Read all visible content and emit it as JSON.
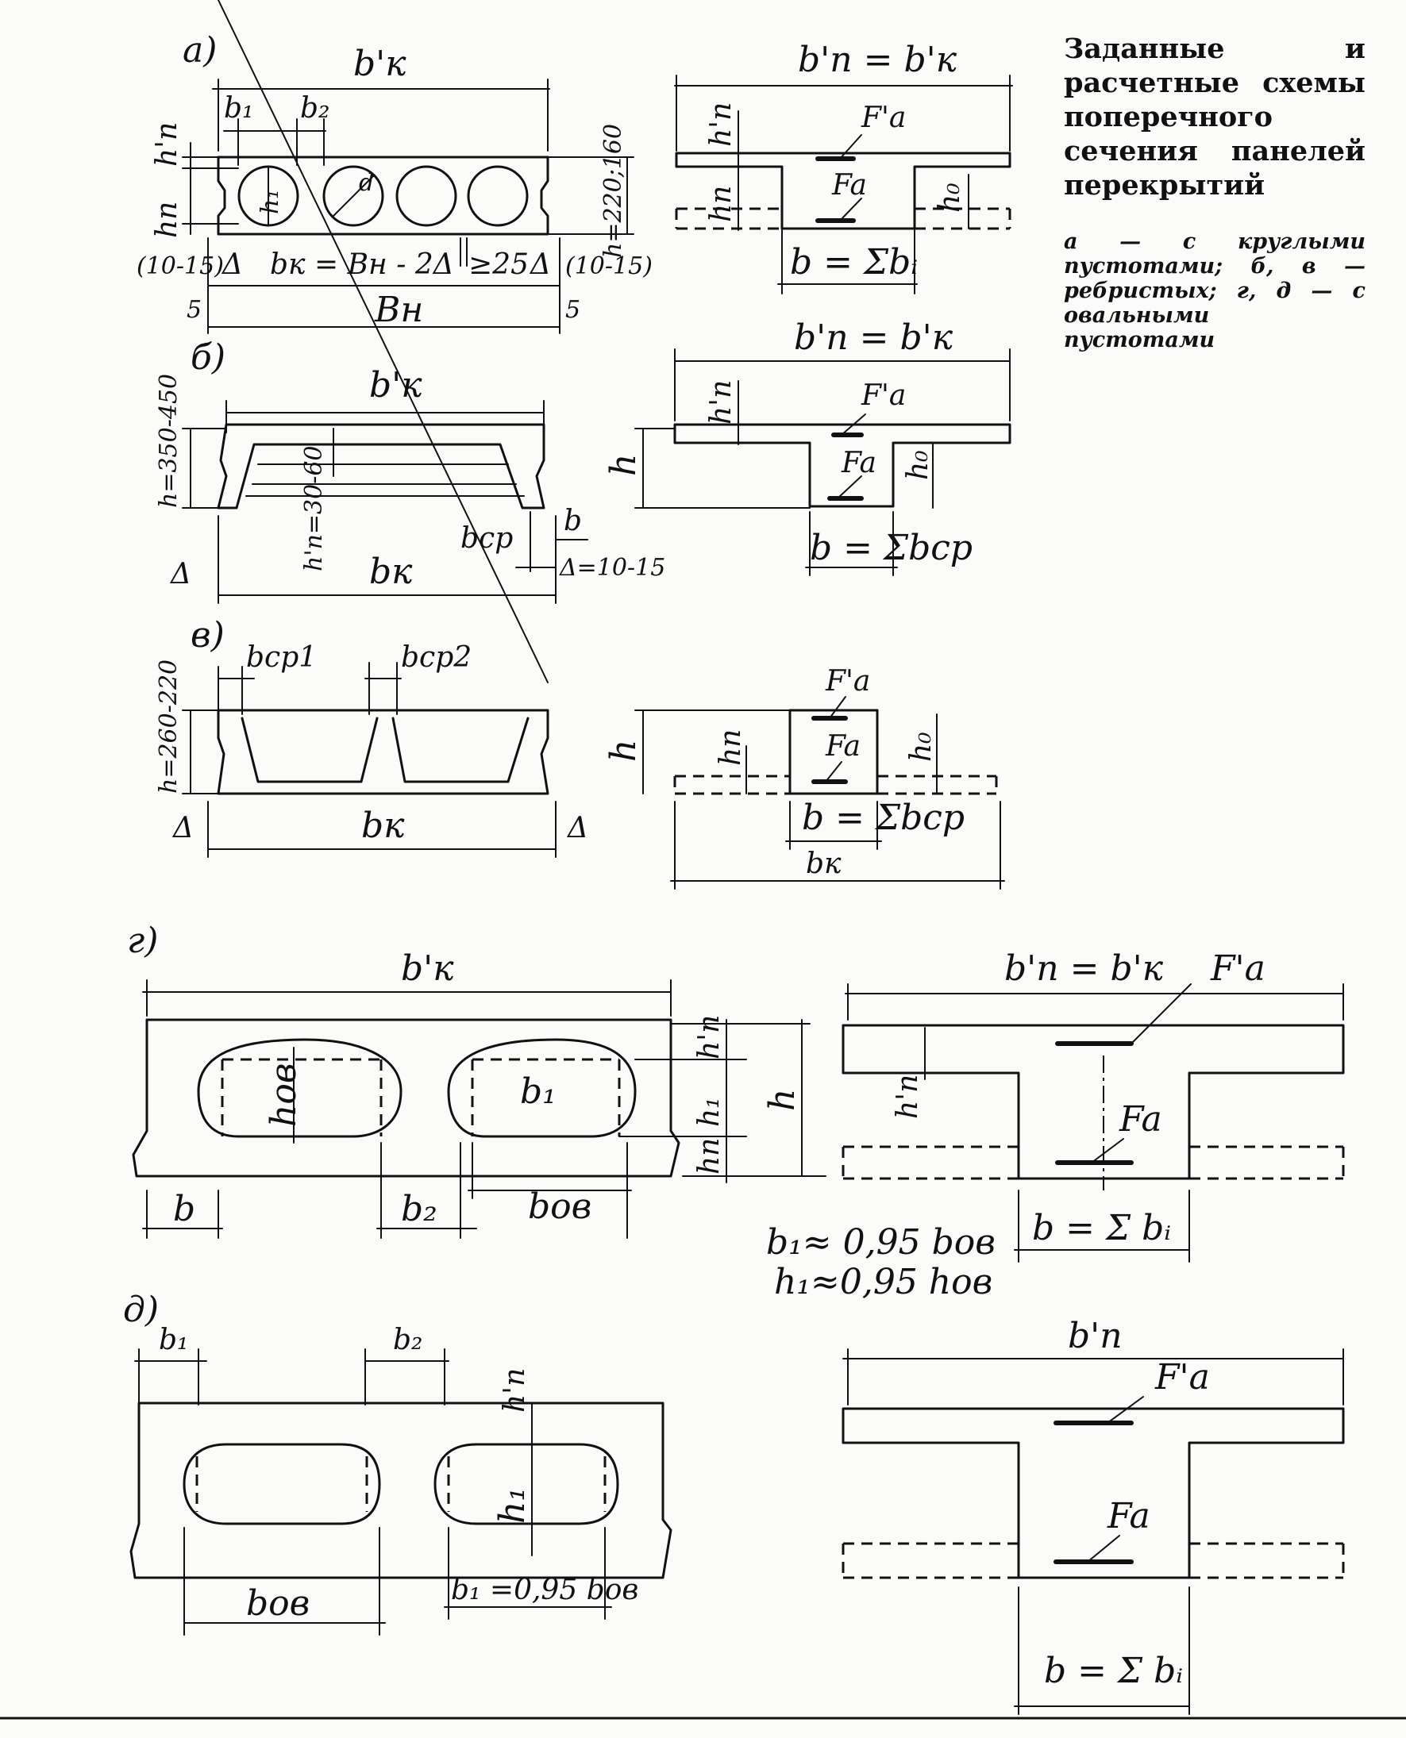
{
  "caption": {
    "title": "Заданные и расчетные схемы поперечного сечения панелей перекрытий",
    "description": "а — с круглыми пустотами; б, в — ребристых; г, д — с овальными пустотами"
  },
  "panel_a": {
    "tag": "а)",
    "bk_prime": "b'к",
    "b1": "b₁",
    "b2": "b₂",
    "hn_prime": "h'п",
    "hn": "hп",
    "h1": "h₁",
    "d": "d",
    "h_range": "h=220;160",
    "bk_formula": "bк = Bн - 2Δ",
    "min25": "≥25",
    "delta": "Δ",
    "edge": "(10-15)",
    "five": "5",
    "Bn": "Bн",
    "calc_top": "b'п = b'к",
    "Fa_prime": "F'a",
    "Fa": "Fa",
    "h0": "h₀",
    "calc_bottom": "b = Σbᵢ"
  },
  "panel_b": {
    "tag": "б)",
    "bk_prime": "b'к",
    "h_range": "h=350-450",
    "hn_range": "h'п=30-60",
    "bcp": "bср",
    "b": "b",
    "delta": "Δ",
    "delta_range": "Δ=10-15",
    "bk": "bк",
    "calc_top": "b'п = b'к",
    "hn_prime": "h'п",
    "Fa_prime": "F'a",
    "Fa": "Fa",
    "h": "h",
    "h0": "h₀",
    "calc_bottom": "b = Σbср"
  },
  "panel_v": {
    "tag": "в)",
    "bcp1": "bср1",
    "bcp2": "bср2",
    "h_range": "h=260-220",
    "delta": "Δ",
    "bk": "bк",
    "Fa_prime": "F'a",
    "Fa": "Fa",
    "h": "h",
    "hn": "hп",
    "h0": "h₀",
    "calc_b": "b = Σbср",
    "calc_bk": "bк"
  },
  "panel_g": {
    "tag": "г)",
    "bk_prime": "b'к",
    "hov": "hов",
    "b1": "b₁",
    "hn_prime": "h'п",
    "h1": "h₁",
    "hn": "hп",
    "h": "h",
    "b": "b",
    "b2": "b₂",
    "bov": "bов",
    "formula1": "b₁≈ 0,95 bов",
    "formula2": "h₁≈0,95 hов",
    "calc_top": "b'п = b'к",
    "Fa_prime": "F'a",
    "hn_prime_calc": "h'п",
    "Fa": "Fa",
    "calc_bottom": "b = Σ bᵢ"
  },
  "panel_d": {
    "tag": "д)",
    "b1": "b₁",
    "b2": "b₂",
    "hn_prime": "h'п",
    "h1": "h₁",
    "bov": "bов",
    "b1_formula": "b₁ =0,95 bов",
    "calc_top": "b'п",
    "Fa_prime": "F'a",
    "Fa": "Fa",
    "calc_bottom": "b = Σ bᵢ"
  }
}
